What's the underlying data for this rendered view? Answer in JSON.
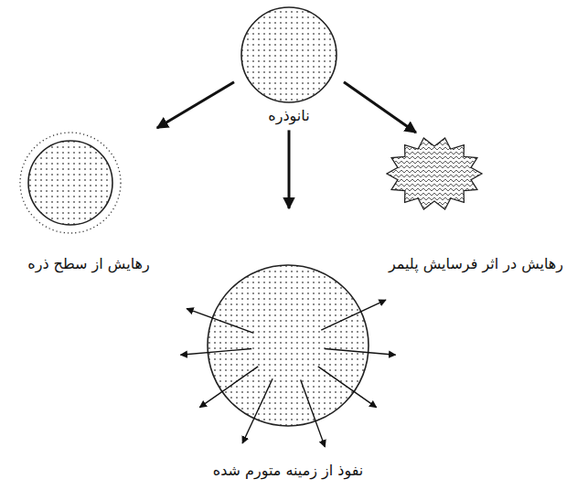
{
  "diagram": {
    "nodes": [
      {
        "text": [
          "نانوذره"
        ]
      },
      {
        "text": [
          "رهایش از سطح ذره"
        ]
      },
      {
        "text": [
          "نفوذ از زمینه متورم شده"
        ]
      },
      {
        "text": [
          "رهایش در اثر فرسایش پلیمر"
        ]
      }
    ],
    "edges": [
      {
        "from": 0,
        "to": 1,
        "arrow": "to"
      },
      {
        "from": 0,
        "to": 2,
        "arrow": "to"
      },
      {
        "from": 0,
        "to": 3,
        "arrow": "to"
      }
    ]
  }
}
